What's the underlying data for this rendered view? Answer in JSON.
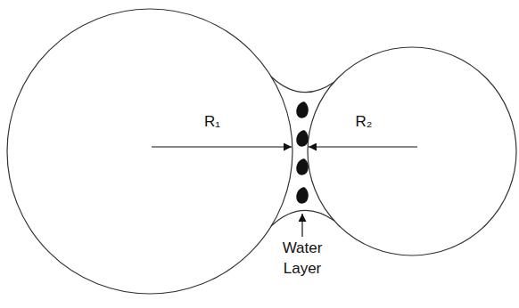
{
  "diagram": {
    "labels": [
      "R₁",
      "R₂",
      "Water Layer"
    ]
  }
}
